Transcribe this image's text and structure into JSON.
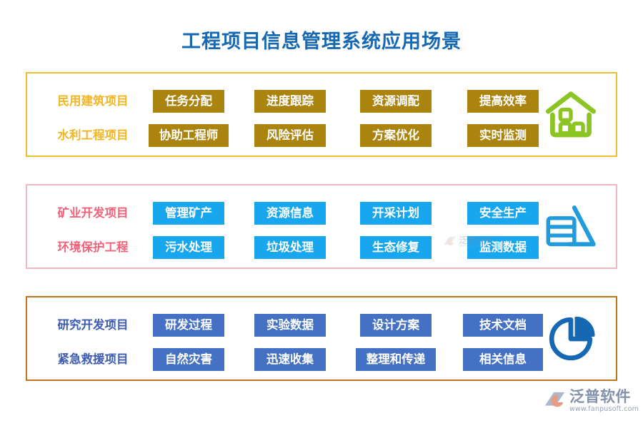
{
  "page": {
    "title": "工程项目信息管理系统应用场景",
    "title_color": "#1668B3",
    "background": "#ffffff"
  },
  "sections": [
    {
      "id": "construction",
      "border_color": "#EDBF2B",
      "label_color": "#F2B622",
      "tag_color": "#AB840F",
      "icon": "house-blocks-icon",
      "icon_color": "#8CC423",
      "rows": [
        {
          "label": "民用建筑项目",
          "tags": [
            "任务分配",
            "进度跟踪",
            "资源调配",
            "提高效率"
          ]
        },
        {
          "label": "水利工程项目",
          "tags": [
            "协助工程师",
            "风险评估",
            "方案优化",
            "实时监测"
          ]
        }
      ]
    },
    {
      "id": "mining-environment",
      "border_color": "#F2B8C0",
      "label_color": "#F2637B",
      "tag_color": "#18A7EE",
      "icon": "mountain-layers-icon",
      "icon_color": "#1F9BDE",
      "rows": [
        {
          "label": "矿业开发项目",
          "tags": [
            "管理矿产",
            "资源信息",
            "开采计划",
            "安全生产"
          ]
        },
        {
          "label": "环境保护工程",
          "tags": [
            "污水处理",
            "垃圾处理",
            "生态修复",
            "监测数据"
          ]
        }
      ]
    },
    {
      "id": "research-rescue",
      "border_color": "#C3741A",
      "label_color": "#3E5CB0",
      "tag_color": "#4571C4",
      "icon": "pie-chart-icon",
      "icon_color": "#1668B3",
      "rows": [
        {
          "label": "研究开发项目",
          "tags": [
            "研发过程",
            "实验数据",
            "设计方案",
            "技术文档"
          ]
        },
        {
          "label": "紧急救援项目",
          "tags": [
            "自然灾害",
            "迅速收集",
            "整理和传递",
            "相关信息"
          ]
        }
      ]
    }
  ],
  "watermark": {
    "name": "泛普软件",
    "url": "www.fanpusoft.com"
  },
  "brand": {
    "name": "泛普软件",
    "url": "www.fanpusoft.com",
    "color": "#8592AC"
  }
}
